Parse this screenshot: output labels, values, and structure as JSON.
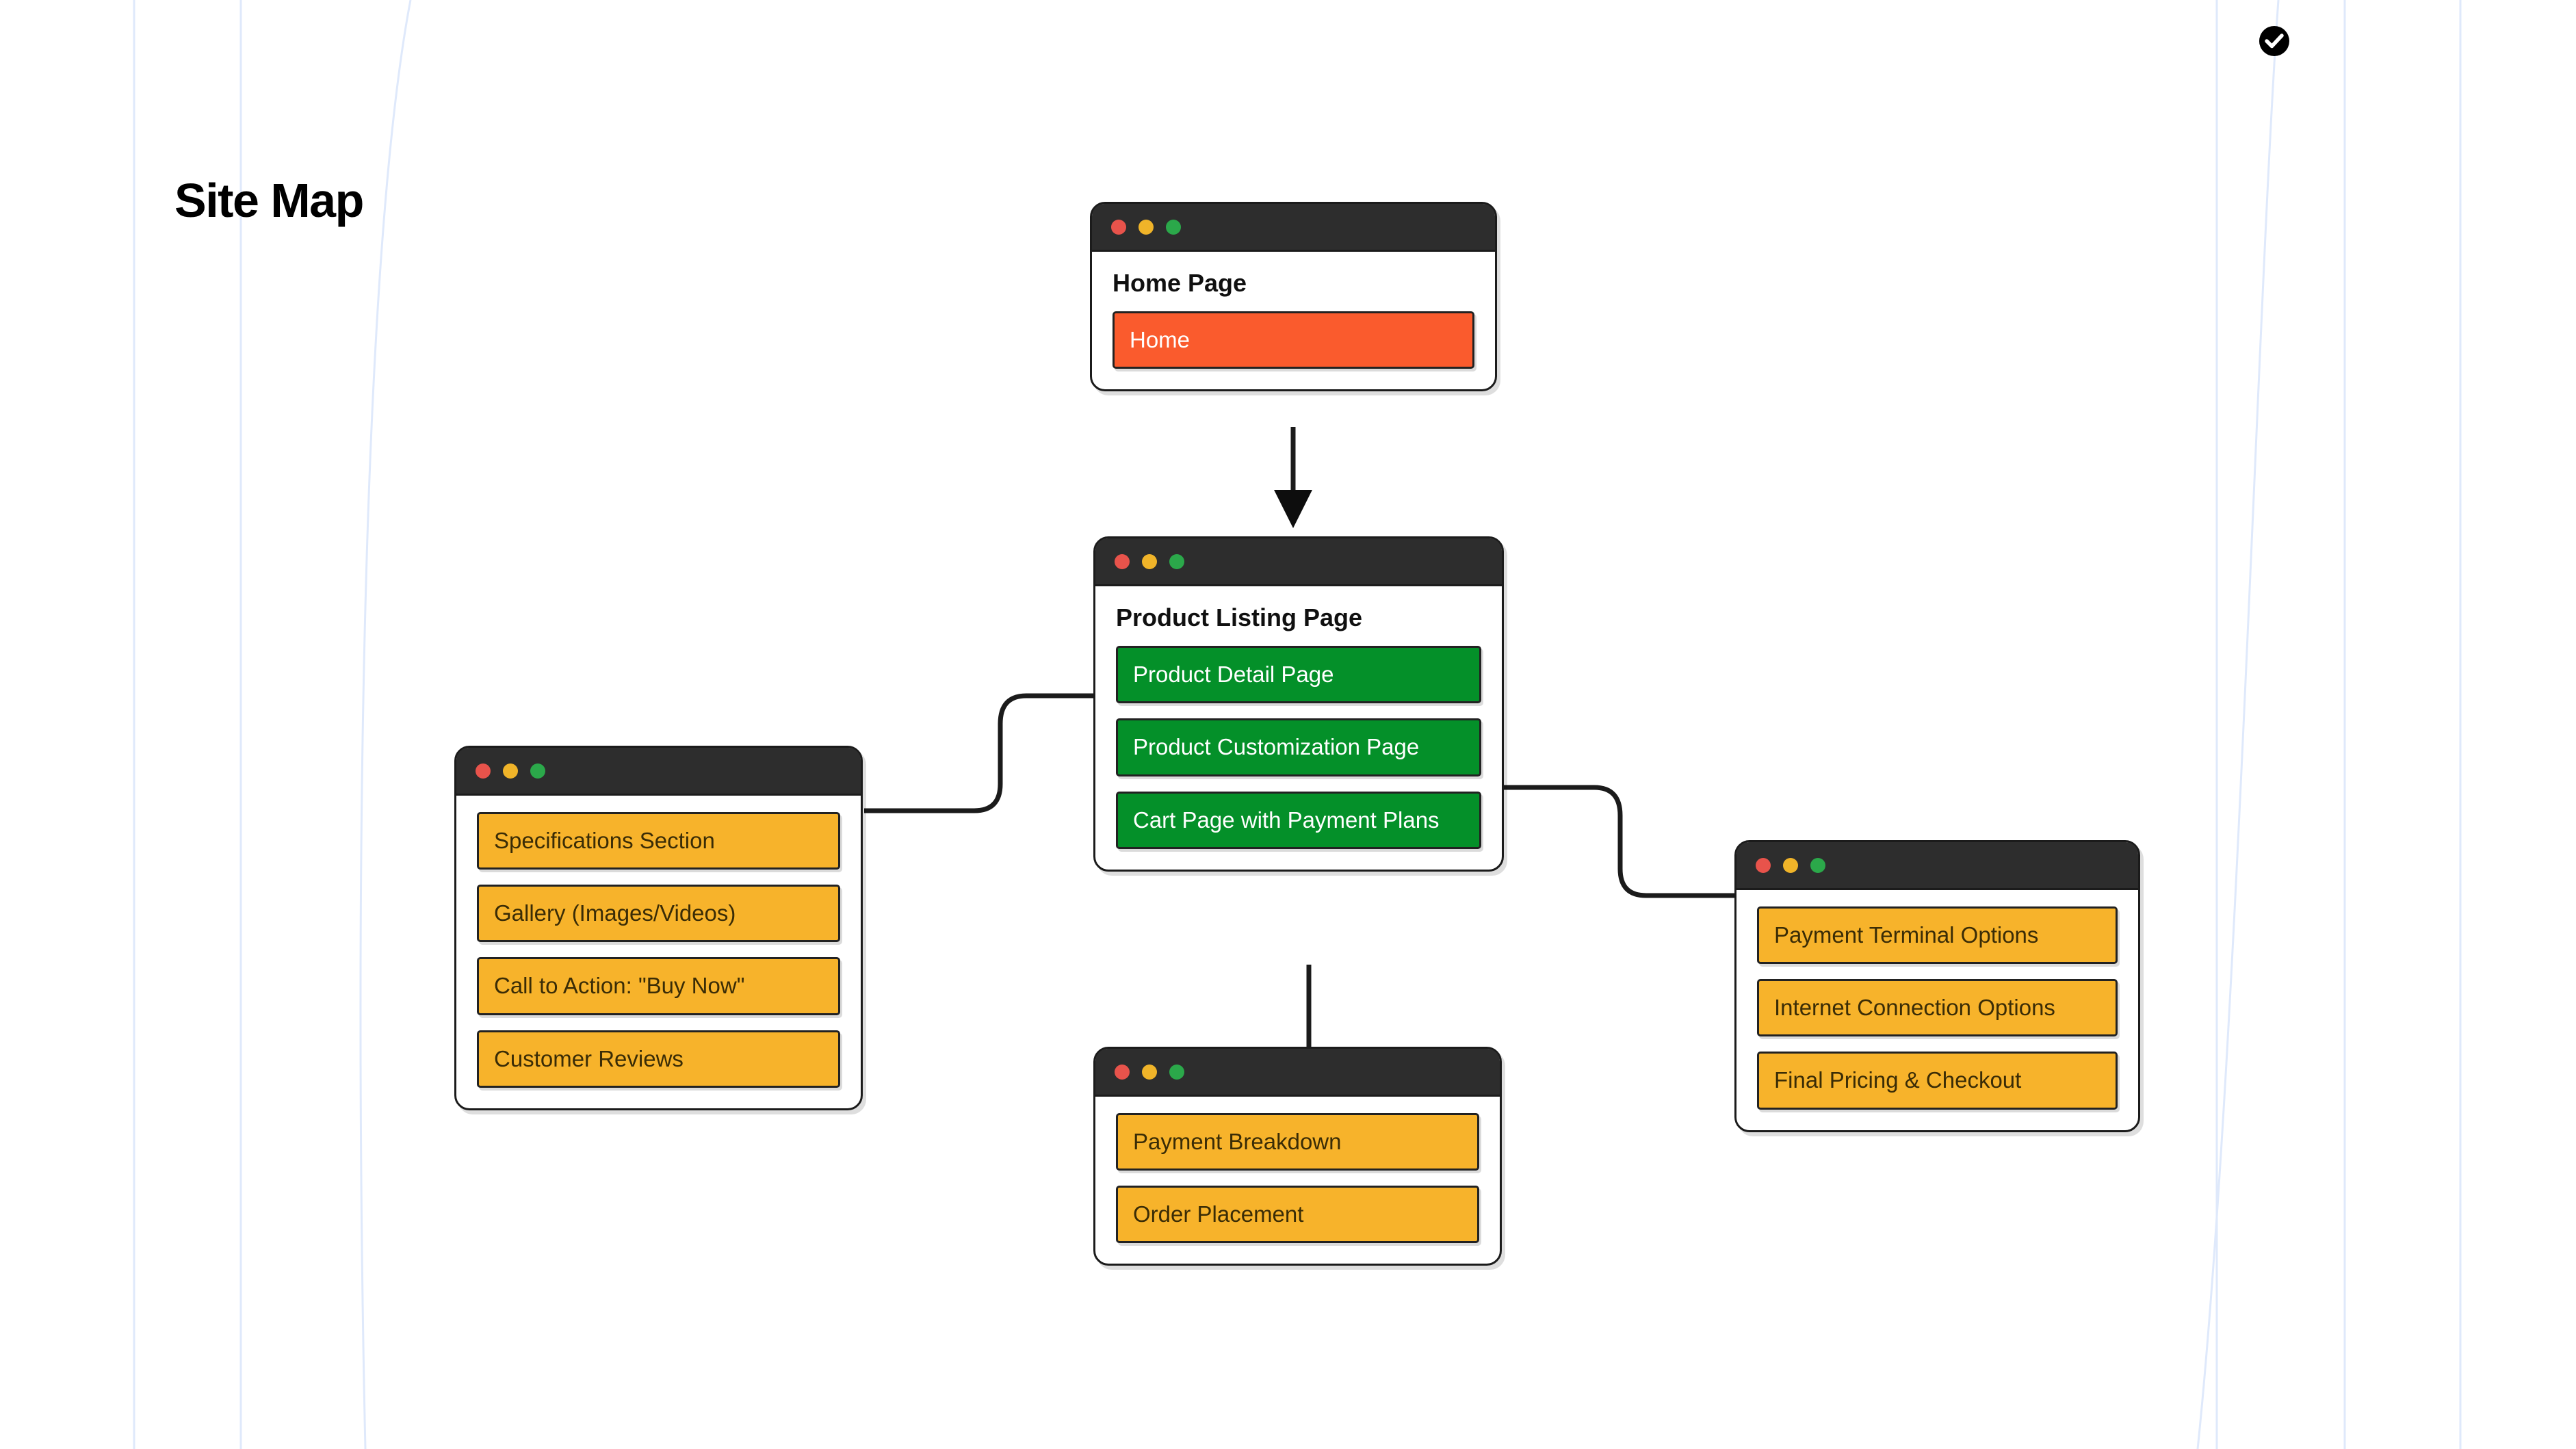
{
  "page": {
    "title": "Site Map",
    "background_color": "#ffffff",
    "guide_line_color": "#dfe9fb"
  },
  "status_badge": {
    "icon": "check-circle-icon",
    "color": "#000000"
  },
  "palette": {
    "titlebar": "#2d2d2d",
    "border": "#1b1b1b",
    "orange": "#fa5b2d",
    "green": "#049029",
    "amber": "#f7b32b",
    "traffic_red": "#e8534b",
    "traffic_yellow": "#f0b429",
    "traffic_green": "#2ba84a",
    "connector": "#1b1b1b"
  },
  "cards": [
    {
      "id": "home",
      "heading": "Home Page",
      "has_heading": true,
      "items": [
        {
          "label": "Home",
          "color": "orange"
        }
      ]
    },
    {
      "id": "listing",
      "heading": "Product Listing Page",
      "has_heading": true,
      "items": [
        {
          "label": "Product Detail Page",
          "color": "green"
        },
        {
          "label": "Product Customization Page",
          "color": "green"
        },
        {
          "label": "Cart Page with Payment Plans",
          "color": "green"
        }
      ]
    },
    {
      "id": "detail",
      "heading": "",
      "has_heading": false,
      "items": [
        {
          "label": "Specifications Section",
          "color": "amber"
        },
        {
          "label": "Gallery (Images/Videos)",
          "color": "amber"
        },
        {
          "label": "Call to Action: \"Buy Now\"",
          "color": "amber"
        },
        {
          "label": "Customer Reviews",
          "color": "amber"
        }
      ]
    },
    {
      "id": "payment",
      "heading": "",
      "has_heading": false,
      "items": [
        {
          "label": "Payment Terminal Options",
          "color": "amber"
        },
        {
          "label": "Internet Connection Options",
          "color": "amber"
        },
        {
          "label": "Final Pricing & Checkout",
          "color": "amber"
        }
      ]
    },
    {
      "id": "order",
      "heading": "",
      "has_heading": false,
      "items": [
        {
          "label": "Payment Breakdown",
          "color": "amber"
        },
        {
          "label": "Order Placement",
          "color": "amber"
        }
      ]
    }
  ],
  "window_controls": {
    "close": "close-dot",
    "minimize": "minimize-dot",
    "maximize": "maximize-dot"
  },
  "connections": [
    {
      "from": "home",
      "to": "listing",
      "style": "arrow-down"
    },
    {
      "from": "listing.Product Detail Page",
      "to": "detail",
      "style": "s-curve-left"
    },
    {
      "from": "listing.Product Customization Page",
      "to": "payment",
      "style": "s-curve-right"
    },
    {
      "from": "listing.Cart Page with Payment Plans",
      "to": "order",
      "style": "line-down"
    }
  ]
}
